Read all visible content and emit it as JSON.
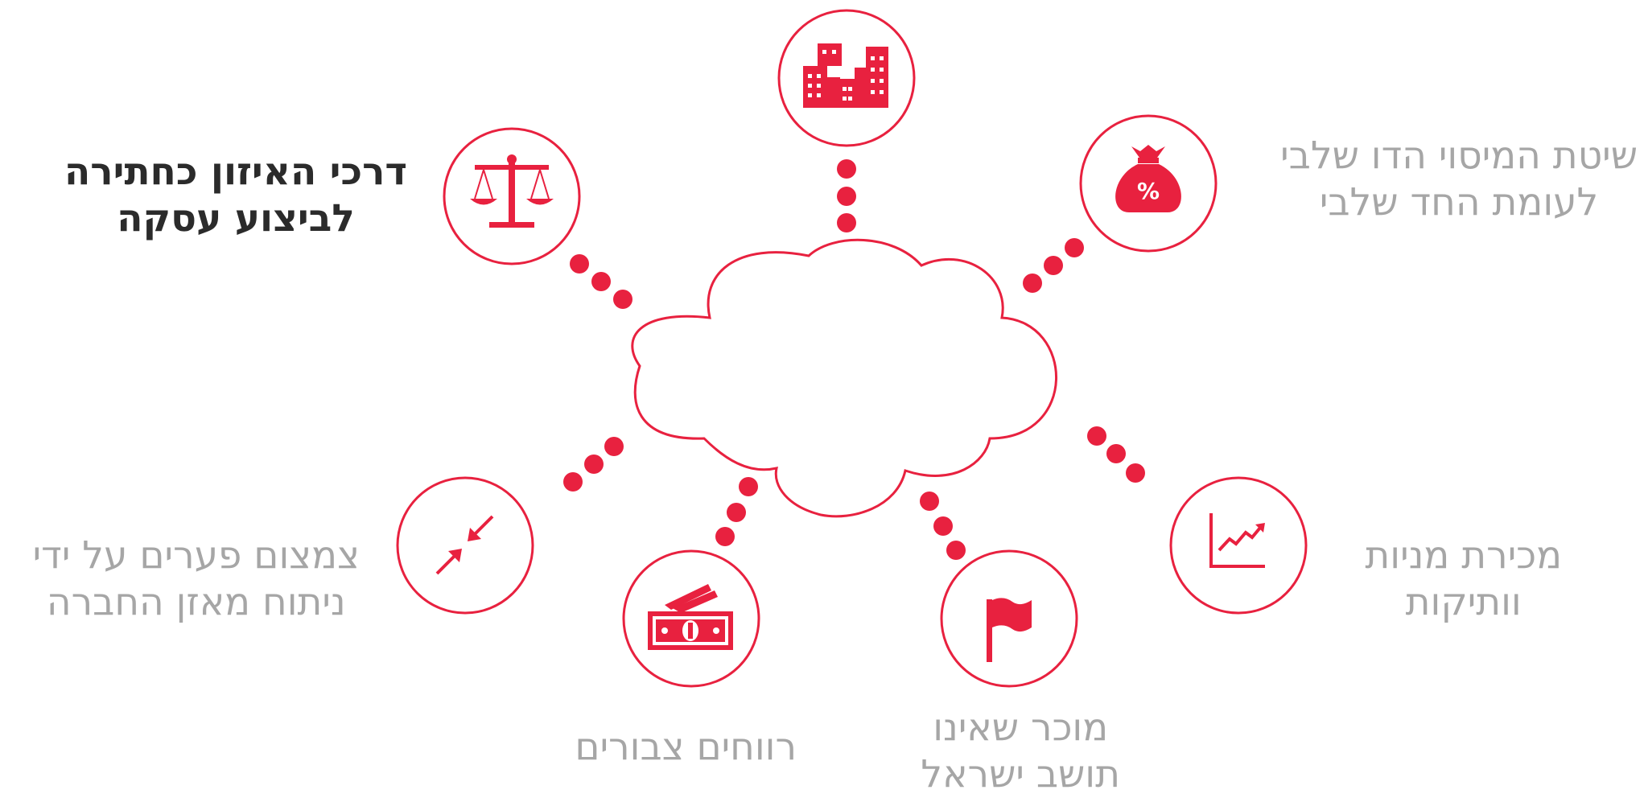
{
  "colors": {
    "accent": "#e8213f",
    "active_text": "#2b2b2b",
    "muted_text": "#a6a6a6"
  },
  "center": {
    "icon": "cloud-icon"
  },
  "nodes": [
    {
      "id": "buildings",
      "icon": "buildings-icon",
      "lines": []
    },
    {
      "id": "balance",
      "icon": "scales-icon",
      "lines": [
        "דרכי האיזון כחתירה",
        "לביצוע עסקה"
      ],
      "active": true
    },
    {
      "id": "dual-tax",
      "icon": "money-bag-percent-icon",
      "lines": [
        "שיטת המיסוי הדו שלבי",
        "לעומת החד שלבי"
      ]
    },
    {
      "id": "losses",
      "icon": "compress-arrows-icon",
      "lines": [
        "צמצום פערים על ידי",
        "ניתוח מאזן החברה"
      ]
    },
    {
      "id": "profits",
      "icon": "cash-bills-icon",
      "lines": [
        "רווחים צבורים"
      ]
    },
    {
      "id": "foreign-seller",
      "icon": "flag-icon",
      "lines": [
        "מוכר שאינו",
        "תושב ישראל"
      ]
    },
    {
      "id": "veteran-shares",
      "icon": "chart-growth-icon",
      "lines": [
        "מכירת מניות",
        "וותיקות"
      ]
    }
  ]
}
